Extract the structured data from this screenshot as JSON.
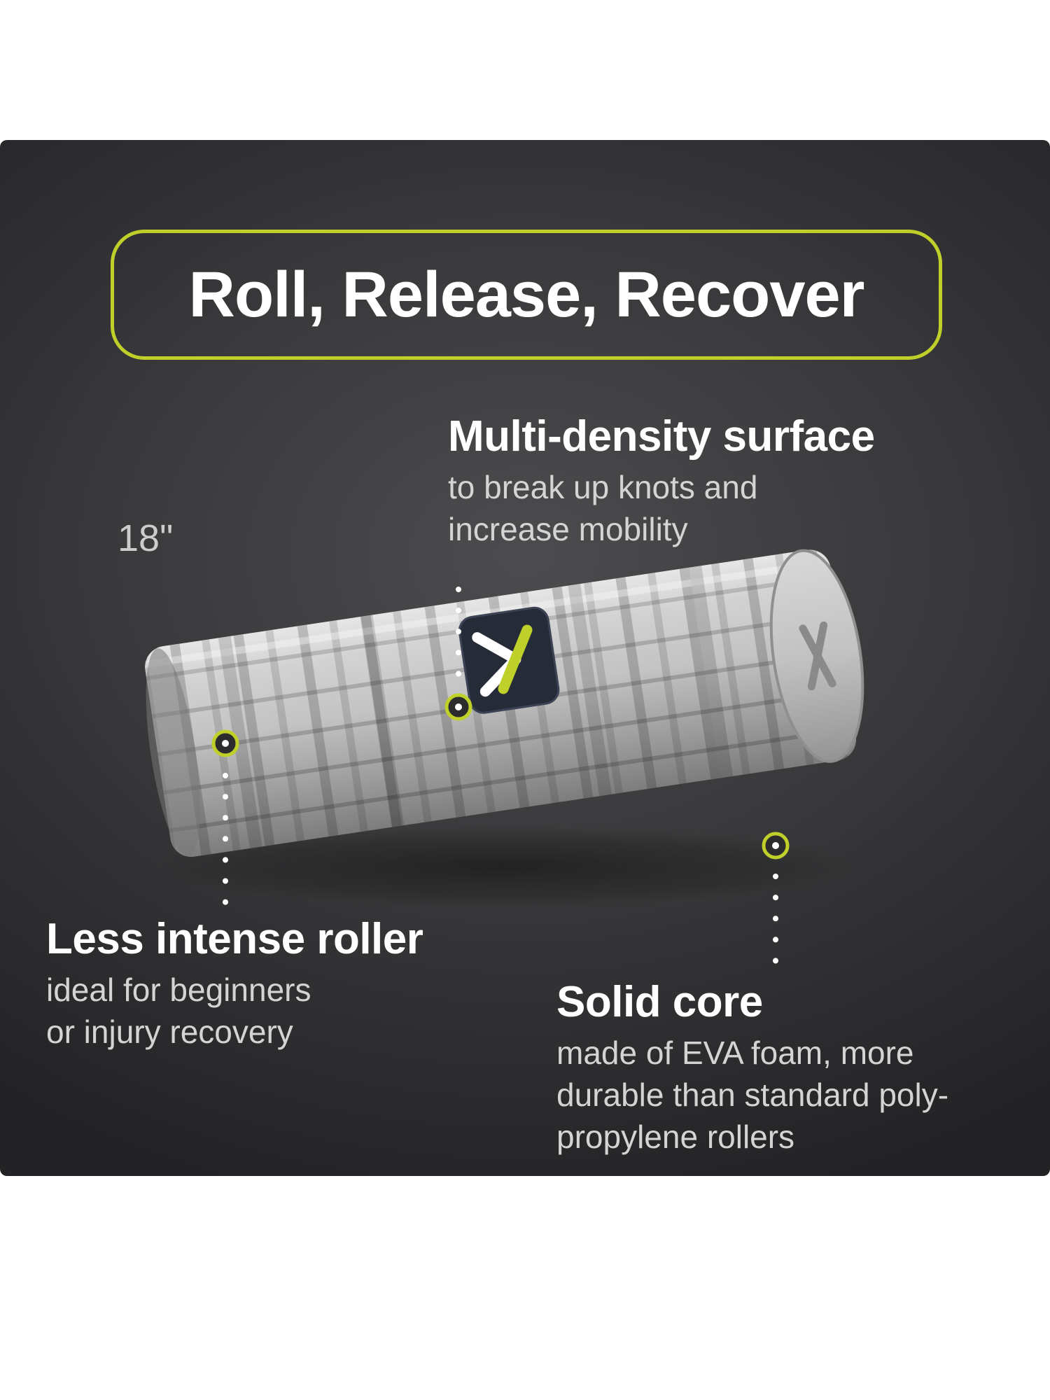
{
  "colors": {
    "accent_lime": "#bfd02a",
    "panel_dark": "#2f2f31",
    "heading_text": "#ffffff",
    "body_text": "#d4d4d4",
    "roller_gray": "#b9b9b9"
  },
  "panel": {
    "title": "Roll, Release, Recover",
    "size_label": "18\"",
    "callouts": [
      {
        "heading": "Multi-density surface",
        "lines": [
          "to break up knots and",
          "increase mobility"
        ]
      },
      {
        "heading": "Less intense roller",
        "lines": [
          "ideal for beginners",
          "or injury recovery"
        ]
      },
      {
        "heading": "Solid core",
        "lines": [
          "made of EVA foam, more",
          "durable than standard poly-",
          "propylene rollers"
        ]
      }
    ]
  }
}
